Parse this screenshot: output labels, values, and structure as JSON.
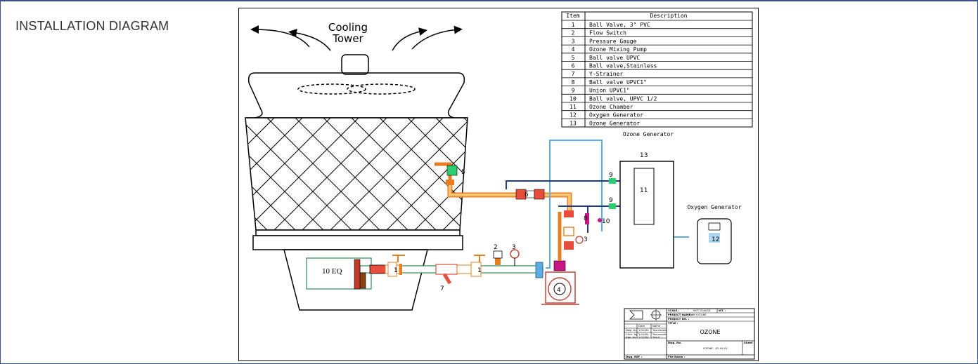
{
  "section": {
    "title": "INSTALLATION DIAGRAM"
  },
  "diagram": {
    "tower_label_1": "Cooling",
    "tower_label_2": "Tower",
    "item_header": "Item",
    "desc_header": "Description",
    "items": [
      {
        "num": "1",
        "desc": "Ball Valve, 3\" PVC"
      },
      {
        "num": "2",
        "desc": "Flow Switch"
      },
      {
        "num": "3",
        "desc": "Pressure Gauge"
      },
      {
        "num": "4",
        "desc": "Ozone Mixing Pump"
      },
      {
        "num": "5",
        "desc": "Ball valve UPVC"
      },
      {
        "num": "6",
        "desc": "Ball valve,Stainless"
      },
      {
        "num": "7",
        "desc": "Y-Strainer"
      },
      {
        "num": "8",
        "desc": "Ball valve UPVC1\""
      },
      {
        "num": "9",
        "desc": "Union UPVC1\""
      },
      {
        "num": "10",
        "desc": "Ball valve, UPVC 1/2"
      },
      {
        "num": "11",
        "desc": "Ozone Chamber"
      },
      {
        "num": "12",
        "desc": "Oxygen Generator"
      },
      {
        "num": "13",
        "desc": "Ozone Generator"
      }
    ],
    "ozone_generator_label": "Ozone Generator",
    "oxygen_generator_label": "Oxygen Generator",
    "eq_label": "10 EQ",
    "callouts": {
      "c1a": "1",
      "c1b": "1",
      "c2": "2",
      "c3a": "3",
      "c3b": "3",
      "c4": "4",
      "c5": "5",
      "c6": "6",
      "c7": "7",
      "c8": "8",
      "c9a": "9",
      "c9b": "9",
      "c10": "10",
      "c11": "11",
      "c12": "12",
      "c13": "13"
    },
    "title_block": {
      "scale_label": "SCALE :",
      "scale_value": "NOT SCALED",
      "wt_label": "WT. :",
      "project_name_label": "PROJECT NAME :",
      "project_name_value": "DAH FUTURE",
      "project_no_label": "PROJECT NO. :",
      "title_label": "TITLE :",
      "title_value": "OZONE",
      "date_header": "Date",
      "name_header": "Name",
      "row1_label": "Dwg. by",
      "row1_date": "1/10/04",
      "row1_name": "Yusuranda",
      "row2_label": "Chck. by",
      "row2_date": "1/10/04",
      "row2_name": "Yusuranda",
      "row3_label": "App. by",
      "row3_date": "1/10/04",
      "row3_name": "Yusuf",
      "dwg_no_label": "Dwg. No.",
      "dwg_no_value": "OZONE - 02-04-01",
      "sheet_label": "Sheet",
      "dwg_ref_label": "Dwg. REF :",
      "file_name_label": "File Name :"
    }
  }
}
